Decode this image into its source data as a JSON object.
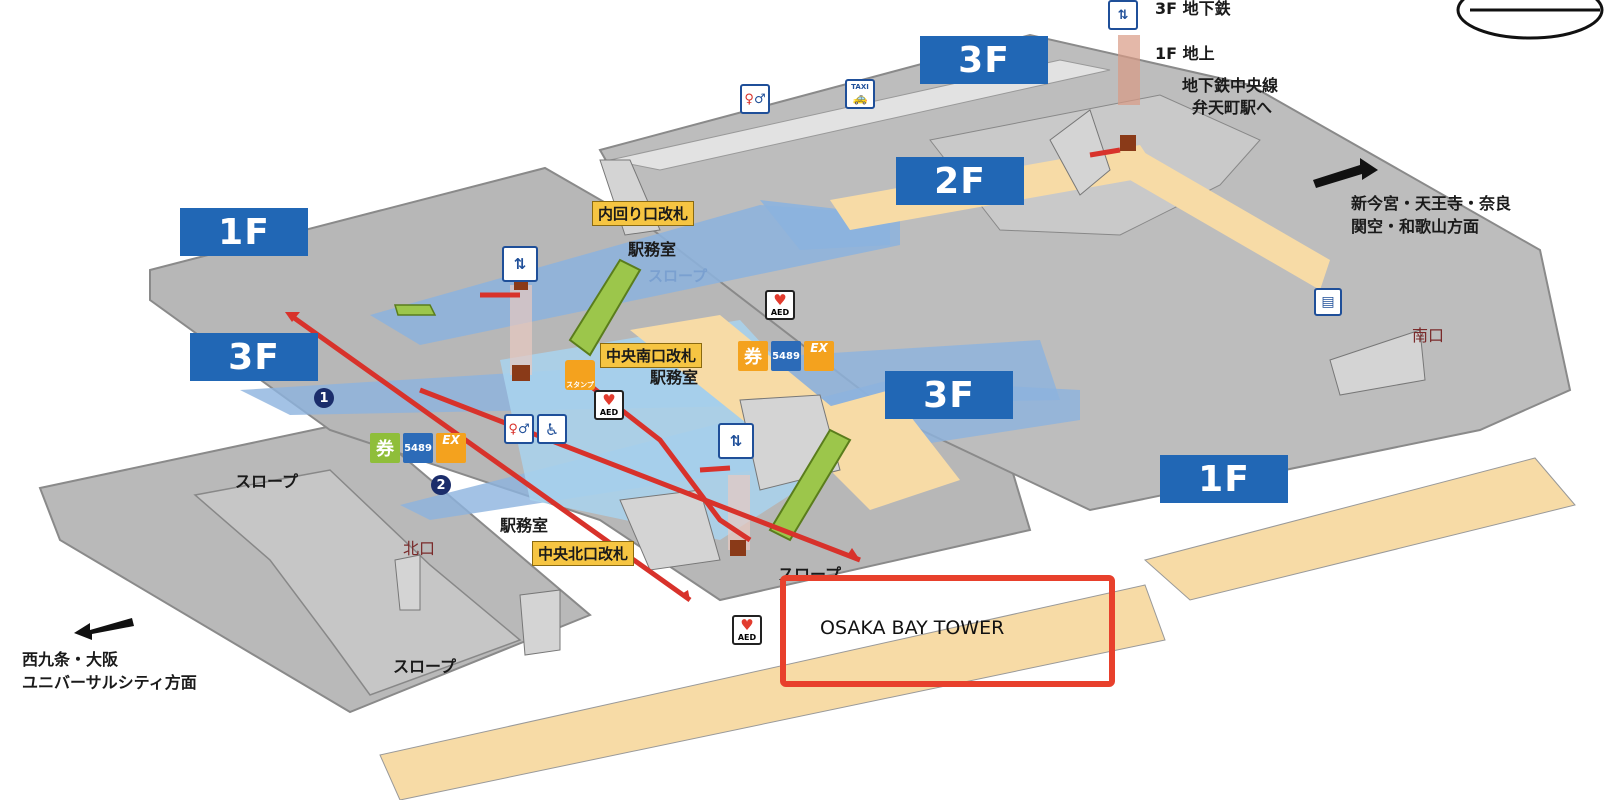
{
  "floors": {
    "f1_left": "1F",
    "f1_right": "1F",
    "f2": "2F",
    "f3_top": "3F",
    "f3_left": "3F",
    "f3_mid": "3F"
  },
  "gates": {
    "inner_gate": "内回り口改札",
    "central_south_gate": "中央南口改札",
    "central_north_gate": "中央北口改札"
  },
  "labels": {
    "station_office_1": "駅務室",
    "station_office_2": "駅務室",
    "station_office_3": "駅務室",
    "slope_top": "スロープ",
    "slope_left": "スロープ",
    "slope_bottom": "スロープ",
    "slope_mid": "スロープ",
    "north_exit": "北口",
    "south_exit": "南口",
    "elevator_3f": "3F 地下鉄",
    "elevator_1f": "1F 地上",
    "subway_line1": "地下鉄中央線",
    "subway_line2": "弁天町駅へ",
    "dir_right_1": "新今宮・天王寺・奈良",
    "dir_right_2": "関空・和歌山方面",
    "dir_left_1": "西九条・大阪",
    "dir_left_2": "ユニバーサルシティ方面"
  },
  "exits": {
    "exit1": "1",
    "exit2": "2"
  },
  "icons": {
    "aed_text": "AED",
    "ticket_char": "券",
    "n5489": "5489",
    "ex": "EX",
    "taxi": "TAXI",
    "stamp_text": "スタンプ"
  },
  "highlight": {
    "label": "OSAKA BAY TOWER"
  },
  "colors": {
    "platform": "#b8b8b8",
    "concourse": "#8cb3de",
    "floor_badge": "#2167b5",
    "track_bed": "#f7dba6",
    "gate_yellow": "#f6c542",
    "route_red": "#d8322b",
    "highlight_red": "#e8402c"
  }
}
